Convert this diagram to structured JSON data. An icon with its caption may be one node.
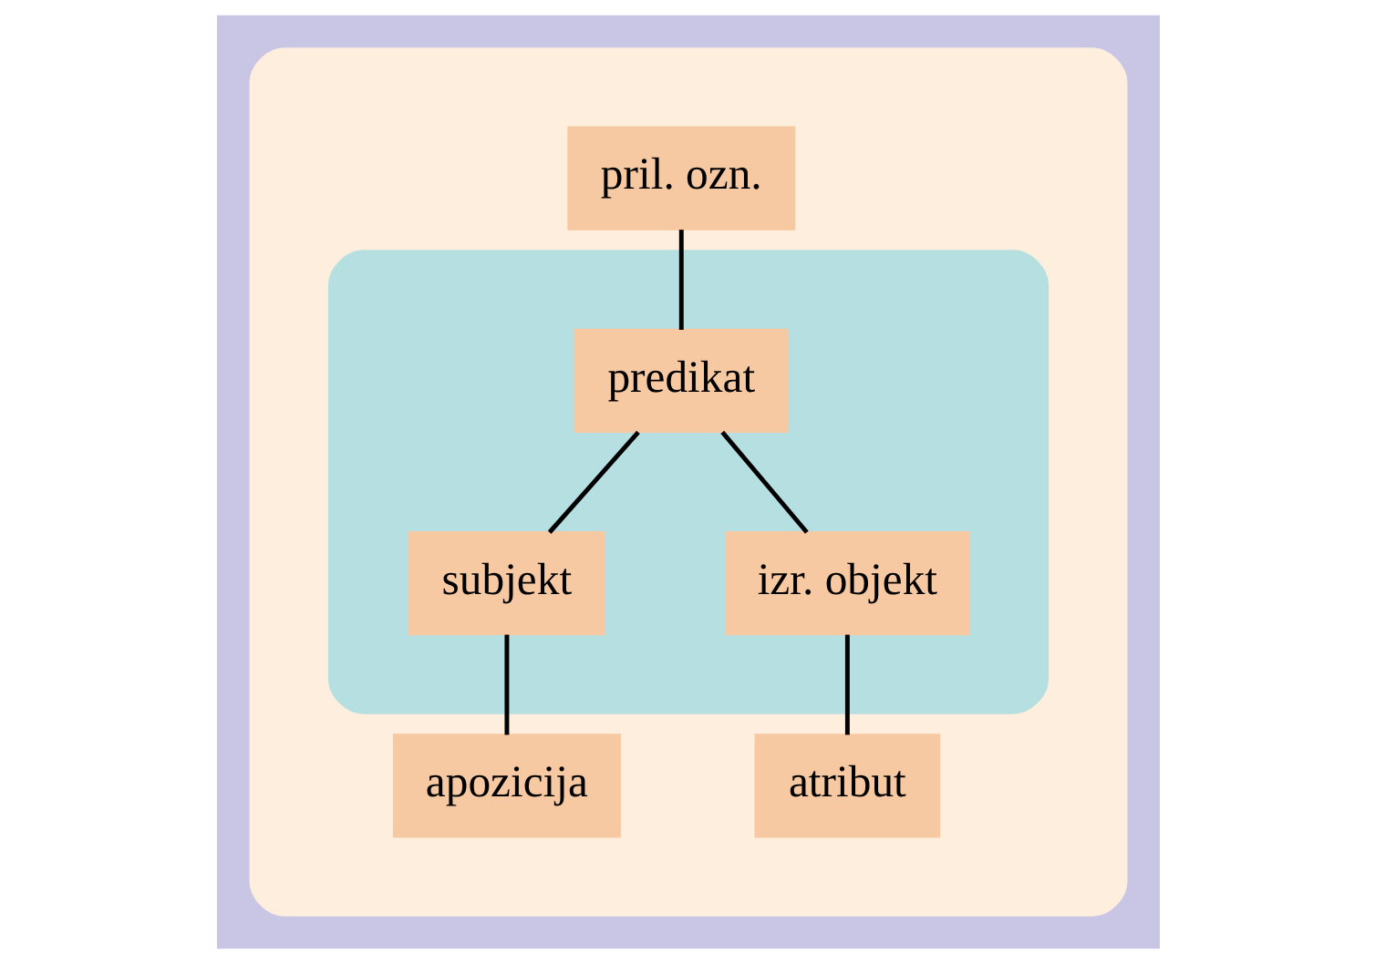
{
  "diagram": {
    "nodes": [
      {
        "text": [],
        "shape": "ellipse"
      },
      {
        "text": [],
        "shape": "ellipse",
        "in": 0
      },
      {
        "text": [
          "pril. ozn."
        ],
        "in": 0
      },
      {
        "text": [
          "predikat"
        ],
        "in": 1
      },
      {
        "text": [
          "subjekt"
        ],
        "in": 1
      },
      {
        "text": [
          "izr. objekt"
        ],
        "in": 1
      },
      {
        "text": [
          "apozicija"
        ],
        "in": 0
      },
      {
        "text": [
          "atribut"
        ],
        "in": 0
      }
    ],
    "edges": [
      {
        "from": 2,
        "to": 3,
        "arrow": "none"
      },
      {
        "from": 3,
        "to": 4,
        "arrow": "none"
      },
      {
        "from": 3,
        "to": 5,
        "arrow": "none"
      },
      {
        "from": 4,
        "to": 6,
        "arrow": "none"
      },
      {
        "from": 5,
        "to": 7,
        "arrow": "none"
      }
    ]
  }
}
